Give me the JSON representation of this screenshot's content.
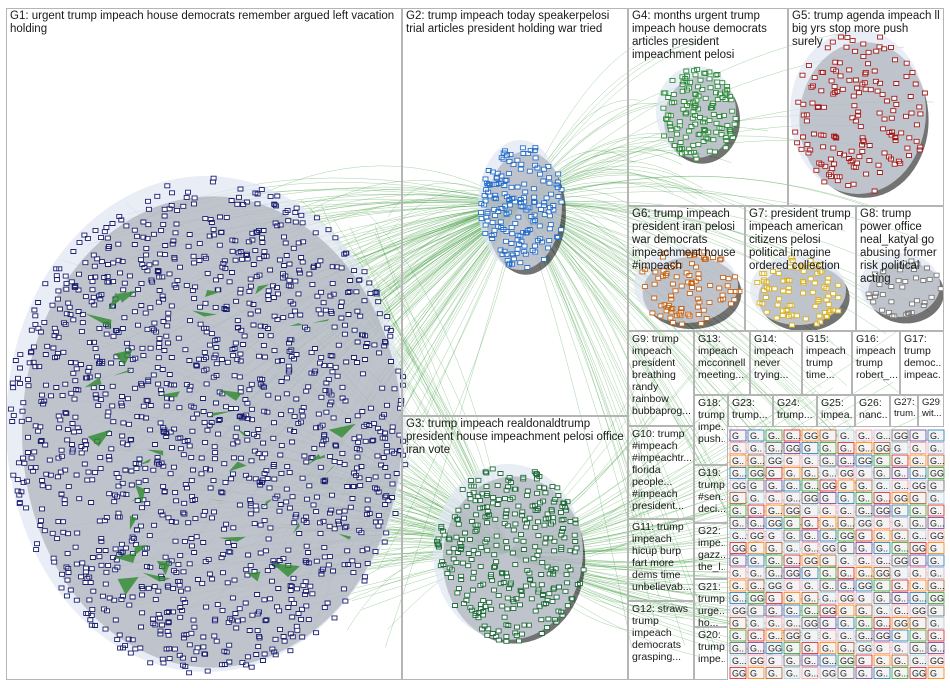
{
  "groups": [
    {
      "id": "G1",
      "text": "G1: urgent trump impeach house democrats remember argued left vacation holding"
    },
    {
      "id": "G2",
      "text": "G2: trump impeach today speakerpelosi trial articles president holding war tried"
    },
    {
      "id": "G3",
      "text": "G3: trump impeach realdonaldtrump president house impeachment pelosi office iran vote"
    },
    {
      "id": "G4",
      "text": "G4: months urgent trump impeach house democrats articles president impeachment pelosi"
    },
    {
      "id": "G5",
      "text": "G5: trump agenda impeach ll big yrs stop more push surely"
    },
    {
      "id": "G6",
      "text": "G6: trump impeach president iran pelosi war democrats impeachment house #impeach"
    },
    {
      "id": "G7",
      "text": "G7: president trump impeach american citizens pelosi political imagine ordered collection"
    },
    {
      "id": "G8",
      "text": "G8: trump power office neal_katyal go abusing former risk political acting"
    },
    {
      "id": "G9",
      "text": "G9: trump impeach president breathing randy rainbow bubbaprog..."
    },
    {
      "id": "G10",
      "text": "G10: trump #impeach #impeachtr... florida people... #impeach president..."
    },
    {
      "id": "G11",
      "text": "G11: trump impeach hicup burp fart more dems time unbelievab..."
    },
    {
      "id": "G12",
      "text": "G12: straws trump impeach democrats grasping..."
    },
    {
      "id": "G13",
      "text": "G13: impeach mcconnell meeting..."
    },
    {
      "id": "G14",
      "text": "G14: impeach never trying..."
    },
    {
      "id": "G15",
      "text": "G15: impeach trump time..."
    },
    {
      "id": "G16",
      "text": "G16: impeach trump robert_..."
    },
    {
      "id": "G17",
      "text": "G17: trump democ... impeac..."
    },
    {
      "id": "G18",
      "text": "G18: trump impe... push..."
    },
    {
      "id": "G19",
      "text": "G19: trump #sen... deci..."
    },
    {
      "id": "G20",
      "text": "G20: trump impe..."
    },
    {
      "id": "G21",
      "text": "G21: trump urge... ho..."
    },
    {
      "id": "G22",
      "text": "G22: impe... gazz... the_l..."
    },
    {
      "id": "G23",
      "text": "G23: trump..."
    },
    {
      "id": "G24",
      "text": "G24: trump..."
    },
    {
      "id": "G25",
      "text": "G25: impea..."
    },
    {
      "id": "G26",
      "text": "G26: nanc..."
    },
    {
      "id": "G27",
      "text": "G27: trum..."
    },
    {
      "id": "G29",
      "text": "G29: wit..."
    }
  ],
  "colors": {
    "G1": "#1a1f6e",
    "G2": "#2a6fc9",
    "G3": "#1f6b3a",
    "G4": "#2e8b3e",
    "G5": "#a11d1d",
    "G6": "#c4651a",
    "G7": "#d9b21f",
    "G8": "#7a7a7a",
    "edge": "#3a9a3a",
    "box": "#b5b5b5"
  },
  "small_cluster_tags": [
    "G",
    "G.",
    "G..",
    "G...",
    "GG"
  ]
}
